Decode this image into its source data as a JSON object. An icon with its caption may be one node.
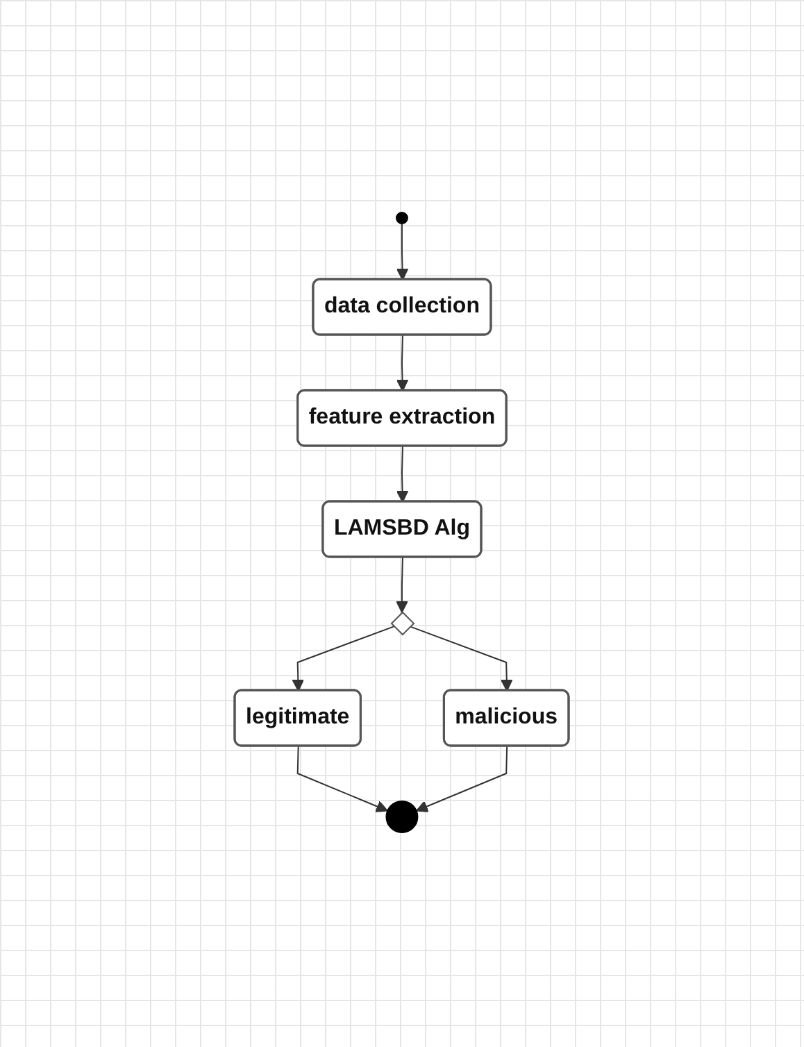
{
  "diagram": {
    "nodes": [
      {
        "text": [],
        "shape": "circle"
      },
      {
        "text": [
          "data collection"
        ]
      },
      {
        "text": [
          "feature extraction"
        ]
      },
      {
        "text": [
          "LAMSBD Alg"
        ]
      },
      {
        "text": [],
        "shape": "diamond"
      },
      {
        "text": [
          "legitimate"
        ]
      },
      {
        "text": [
          "malicious"
        ]
      },
      {
        "text": [],
        "shape": "circle"
      }
    ],
    "edges": [
      {
        "from": 0,
        "to": 1,
        "arrow": "to"
      },
      {
        "from": 1,
        "to": 2,
        "arrow": "to"
      },
      {
        "from": 2,
        "to": 3,
        "arrow": "to"
      },
      {
        "from": 3,
        "to": 4,
        "arrow": "to"
      },
      {
        "from": 4,
        "to": 5,
        "arrow": "to"
      },
      {
        "from": 4,
        "to": 6,
        "arrow": "to"
      },
      {
        "from": 5,
        "to": 7,
        "arrow": "to"
      },
      {
        "from": 6,
        "to": 7,
        "arrow": "to"
      }
    ]
  }
}
